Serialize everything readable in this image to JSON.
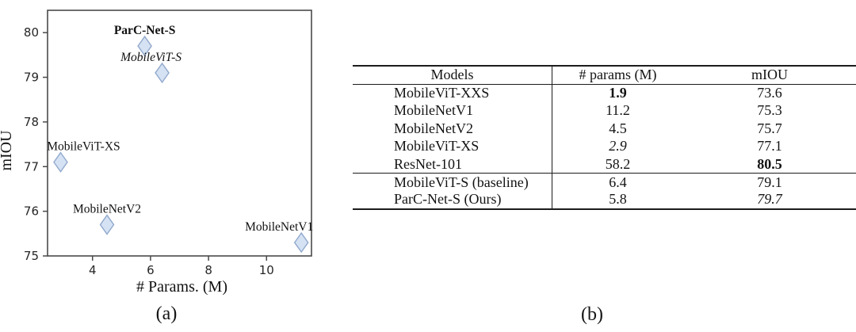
{
  "figure": {
    "caption_a": "(a)",
    "caption_b": "(b)"
  },
  "chart_data": {
    "type": "scatter",
    "title": "",
    "xlabel": "# Params. (M)",
    "ylabel": "mIOU",
    "xlim": [
      2.45,
      11.55
    ],
    "ylim": [
      75,
      80.5
    ],
    "xticks": [
      4,
      6,
      8,
      10
    ],
    "yticks": [
      75,
      76,
      77,
      78,
      79,
      80
    ],
    "grid": "off",
    "legend": "none",
    "marker": {
      "shape": "thin-diamond",
      "fill": "#d5e2f3",
      "stroke": "#92a9cd"
    },
    "colors": {
      "spine": "#4a4a4a",
      "tick_text": "#262626",
      "label_text": "#111111"
    },
    "points": [
      {
        "label": "MobileViT-XS",
        "x": 2.9,
        "y": 77.1,
        "label_style": "normal",
        "label_dx": 29
      },
      {
        "label": "MobileNetV2",
        "x": 4.5,
        "y": 75.7,
        "label_style": "normal",
        "label_dx": 0
      },
      {
        "label": "ParC-Net-S",
        "x": 5.8,
        "y": 79.7,
        "label_style": "bold",
        "label_dx": 0
      },
      {
        "label": "MobileViT-S",
        "x": 6.4,
        "y": 79.1,
        "label_style": "italic",
        "label_dx": -14
      },
      {
        "label": "MobileNetV1",
        "x": 11.2,
        "y": 75.3,
        "label_style": "normal",
        "label_dx": -28
      }
    ]
  },
  "table": {
    "headers": [
      "Models",
      "# params (M)",
      "mIOU"
    ],
    "rows": [
      {
        "model": "MobileViT-XXS",
        "params": "1.9",
        "params_style": "bold",
        "miou": "73.6",
        "miou_style": "normal",
        "section_end": false
      },
      {
        "model": "MobileNetV1",
        "params": "11.2",
        "params_style": "normal",
        "miou": "75.3",
        "miou_style": "normal",
        "section_end": false
      },
      {
        "model": "MobileNetV2",
        "params": "4.5",
        "params_style": "normal",
        "miou": "75.7",
        "miou_style": "normal",
        "section_end": false
      },
      {
        "model": "MobileViT-XS",
        "params": "2.9",
        "params_style": "italic",
        "miou": "77.1",
        "miou_style": "normal",
        "section_end": false
      },
      {
        "model": "ResNet-101",
        "params": "58.2",
        "params_style": "normal",
        "miou": "80.5",
        "miou_style": "bold",
        "section_end": true
      },
      {
        "model": "MobileViT-S (baseline)",
        "params": "6.4",
        "params_style": "normal",
        "miou": "79.1",
        "miou_style": "normal",
        "section_end": false
      },
      {
        "model": "ParC-Net-S (Ours)",
        "params": "5.8",
        "params_style": "normal",
        "miou": "79.7",
        "miou_style": "italic",
        "section_end": false
      }
    ]
  }
}
